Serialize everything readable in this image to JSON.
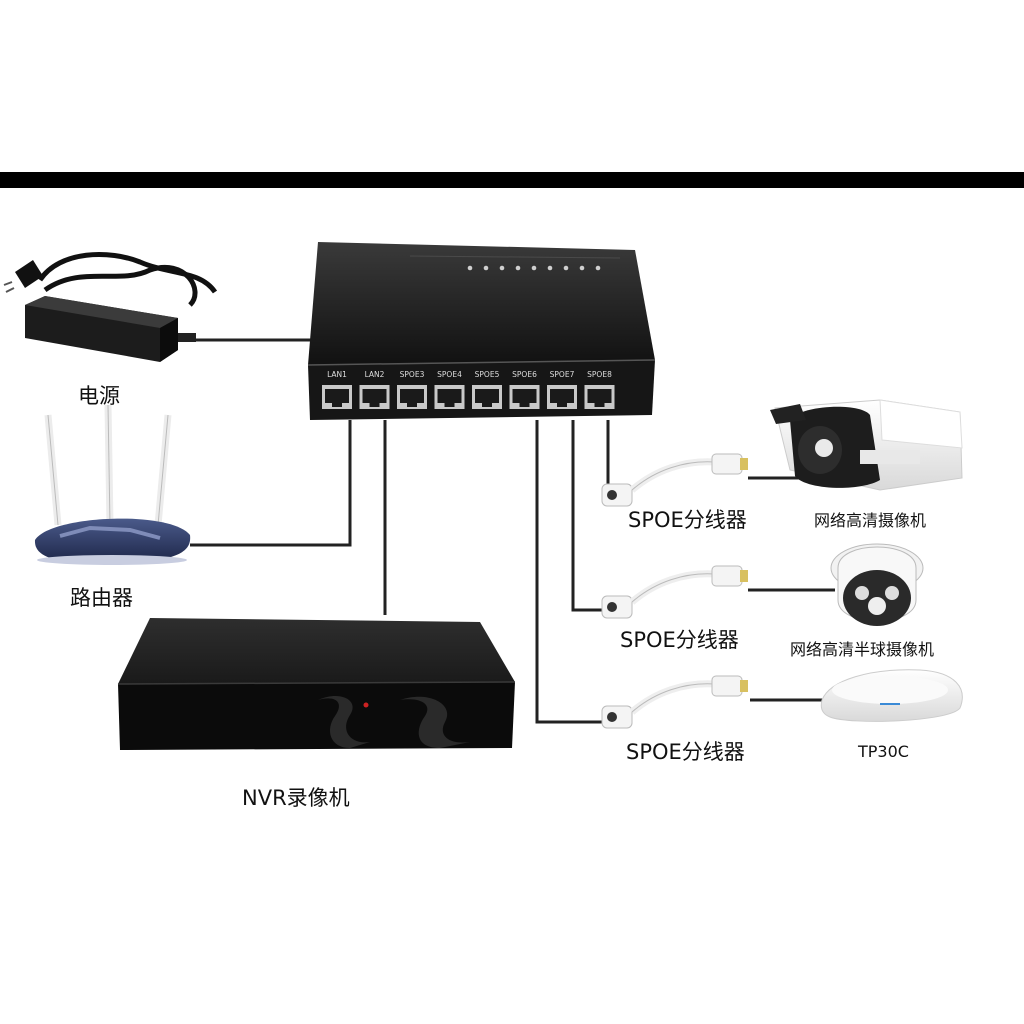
{
  "switch": {
    "ports": [
      "LAN1",
      "LAN2",
      "SPOE3",
      "SPOE4",
      "SPOE5",
      "SPOE6",
      "SPOE7",
      "SPOE8"
    ]
  },
  "labels": {
    "power": "电源",
    "router": "路由器",
    "nvr": "NVR录像机",
    "splitter_1": "SPOE分线器",
    "splitter_2": "SPOE分线器",
    "splitter_3": "SPOE分线器",
    "bullet_camera": "网络高清摄像机",
    "dome_camera": "网络高清半球摄像机",
    "access_point": "TP30C"
  }
}
